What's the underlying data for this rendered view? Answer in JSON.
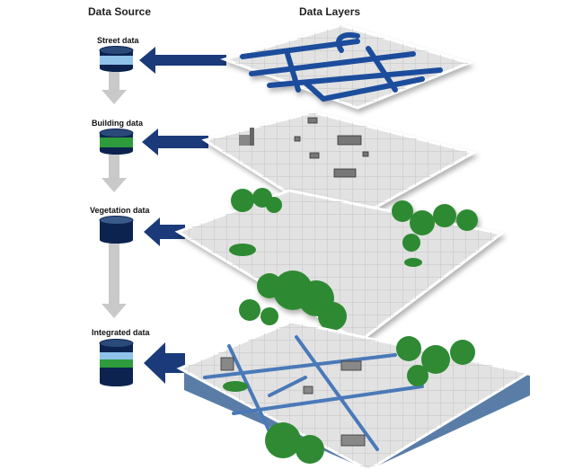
{
  "headers": {
    "source": "Data Source",
    "layers": "Data Layers"
  },
  "sources": [
    {
      "label": "Street data",
      "band_color": "#8fc3ea"
    },
    {
      "label": "Building data",
      "band_color": "#2e9c3c"
    },
    {
      "label": "Vegetation data",
      "band_color": "#0c2350"
    },
    {
      "label": "Integrated data",
      "band_colors": [
        "#2e9c3c",
        "#8fc3ea"
      ]
    }
  ],
  "layers": [
    "streets",
    "buildings",
    "vegetation",
    "integrated"
  ],
  "colors": {
    "arrow": "#1a3a7a",
    "street": "#1f4e9c",
    "plate": "#e2e2e2",
    "grid": "#c4c4c4",
    "tree": "#2f8a33",
    "flow_arrow": "#c9c9c9"
  }
}
